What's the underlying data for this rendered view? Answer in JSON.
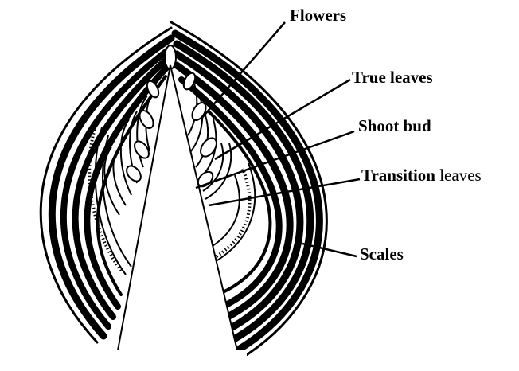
{
  "labels": {
    "flowers": "Flowers",
    "true_leaves": "True leaves",
    "shoot_bud": "Shoot bud",
    "transition_bold": "Transition",
    "transition_normal": " leaves",
    "scales": "Scales"
  },
  "colors": {
    "ink": "#000000",
    "background": "#ffffff"
  }
}
